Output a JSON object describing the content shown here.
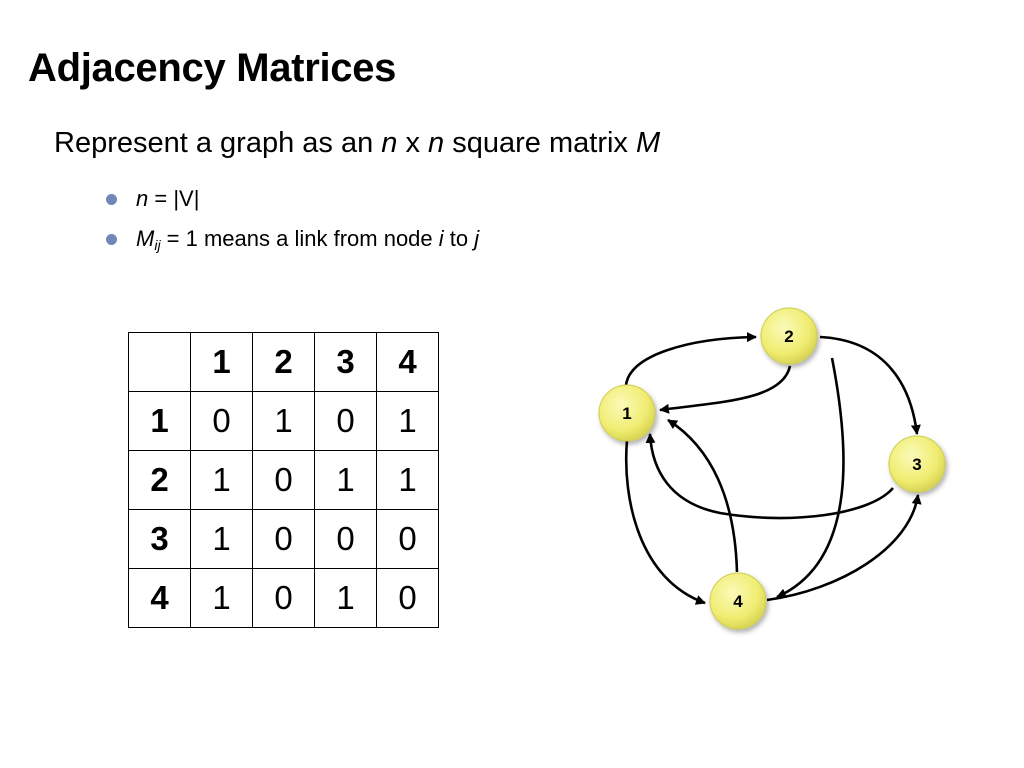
{
  "slide": {
    "title": "Adjacency Matrices",
    "lead": {
      "prefix": "Represent a graph as an ",
      "n1": "n",
      "x": " x ",
      "n2": "n",
      "suffix": " square matrix ",
      "m": "M"
    },
    "bullets": [
      {
        "var": "n",
        "rest": " = |V|"
      },
      {
        "var": "M",
        "sub": "ij",
        "mid": " = 1 means a link from node ",
        "i": "i",
        "to": " to ",
        "j": "j"
      }
    ]
  },
  "matrix": {
    "col_headers": [
      "",
      "1",
      "2",
      "3",
      "4"
    ],
    "rows": [
      {
        "label": "1",
        "values": [
          "0",
          "1",
          "0",
          "1"
        ]
      },
      {
        "label": "2",
        "values": [
          "1",
          "0",
          "1",
          "1"
        ]
      },
      {
        "label": "3",
        "values": [
          "1",
          "0",
          "0",
          "0"
        ]
      },
      {
        "label": "4",
        "values": [
          "1",
          "0",
          "1",
          "0"
        ]
      }
    ]
  },
  "graph": {
    "nodes": [
      {
        "id": "1",
        "label": "1"
      },
      {
        "id": "2",
        "label": "2"
      },
      {
        "id": "3",
        "label": "3"
      },
      {
        "id": "4",
        "label": "4"
      }
    ],
    "edges": [
      {
        "from": "1",
        "to": "2"
      },
      {
        "from": "1",
        "to": "4"
      },
      {
        "from": "2",
        "to": "1"
      },
      {
        "from": "2",
        "to": "3"
      },
      {
        "from": "2",
        "to": "4"
      },
      {
        "from": "3",
        "to": "1"
      },
      {
        "from": "4",
        "to": "1"
      },
      {
        "from": "4",
        "to": "3"
      }
    ],
    "colors": {
      "node_fill": "#f2ef7a",
      "node_edge": "#c9c64a",
      "edge": "#000000"
    }
  }
}
